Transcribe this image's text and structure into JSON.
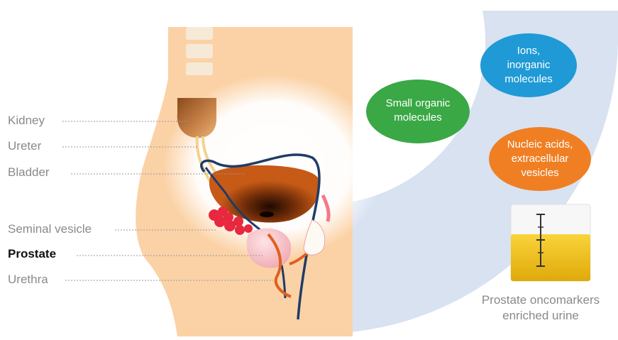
{
  "labels": {
    "kidney": "Kidney",
    "ureter": "Ureter",
    "bladder": "Bladder",
    "seminal_vesicle": "Seminal vesicle",
    "prostate": "Prostate",
    "urethra": "Urethra"
  },
  "bubbles": {
    "ions": {
      "line1": "Ions,",
      "line2": "inorganic",
      "line3": "molecules",
      "color": "#1f9ad6"
    },
    "small_organic": {
      "line1": "Small organic",
      "line2": "molecules",
      "color": "#3aa845"
    },
    "nucleic": {
      "line1": "Nucleic acids,",
      "line2": "extracellular",
      "line3": "vesicles",
      "color": "#f07f24"
    }
  },
  "caption": {
    "line1": "Prostate oncomarkers",
    "line2": "enriched urine"
  },
  "colors": {
    "body": "#fbd2a6",
    "arc": "#d8e2f1",
    "bladder": "#c75a17",
    "prostate": "#f2b5bb",
    "urine": "#f5c518",
    "vessel": "#1f3c66"
  }
}
